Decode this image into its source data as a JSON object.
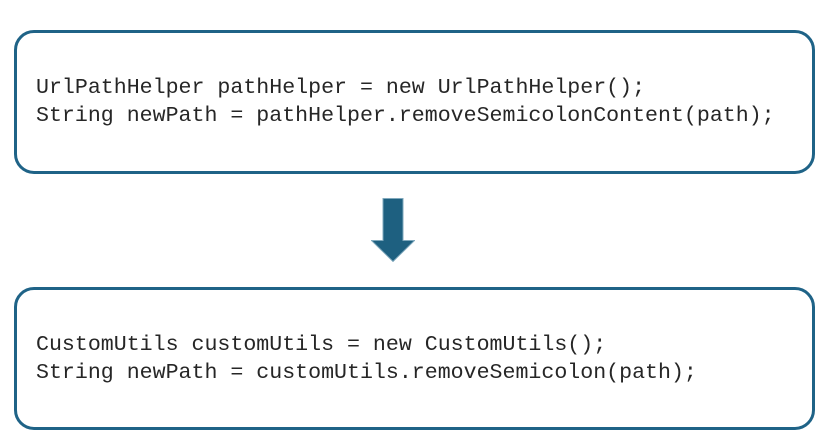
{
  "colors": {
    "page_background": "#FFFFFF",
    "box_border": "#1F6387",
    "arrow_fill": "#1E6080",
    "arrow_edge": "#7FA8BC",
    "code_text": "#262626"
  },
  "before_box": {
    "lines": [
      "UrlPathHelper pathHelper = new UrlPathHelper();",
      "String newPath = pathHelper.removeSemicolonContent(path);"
    ]
  },
  "after_box": {
    "lines": [
      "CustomUtils customUtils = new CustomUtils();",
      "String newPath = customUtils.removeSemicolon(path);"
    ]
  },
  "arrow": {
    "name": "down-arrow"
  }
}
